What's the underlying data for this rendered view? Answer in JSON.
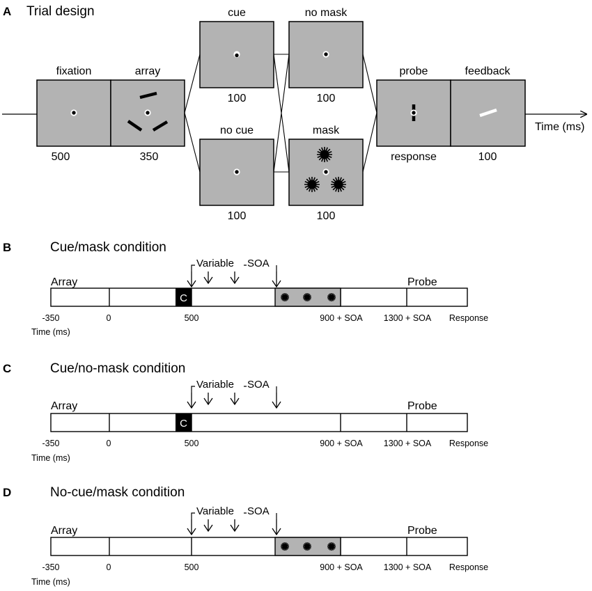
{
  "panels": {
    "a": {
      "letter": "A",
      "title": "Trial design"
    },
    "b": {
      "letter": "B",
      "title": "Cue/mask condition"
    },
    "c": {
      "letter": "C",
      "title": "Cue/no-mask condition"
    },
    "d": {
      "letter": "D",
      "title": "No-cue/mask condition"
    }
  },
  "trial": {
    "fixation": {
      "label": "fixation",
      "duration": "500"
    },
    "array": {
      "label": "array",
      "duration": "350"
    },
    "cue": {
      "label": "cue",
      "duration": "100"
    },
    "no_cue": {
      "label": "no cue",
      "duration": "100"
    },
    "no_mask": {
      "label": "no mask",
      "duration": "100"
    },
    "mask": {
      "label": "mask",
      "duration": "100"
    },
    "probe": {
      "label": "probe",
      "sublabel": "response"
    },
    "feedback": {
      "label": "feedback",
      "duration": "100"
    },
    "axis_label": "Time (ms)"
  },
  "timeline": {
    "array_label": "Array",
    "probe_label": "Probe",
    "cue_letter": "C",
    "variable_label": "Variable",
    "soa_label": "SOA",
    "time_label": "Time (ms)",
    "ticks": [
      "-350",
      "0",
      "500",
      "900 + SOA",
      "1300 + SOA",
      "Response"
    ]
  },
  "colors": {
    "screen_gray": "#b3b3b3",
    "cue_block": "#000000",
    "mask_block": "#b3b3b3"
  }
}
